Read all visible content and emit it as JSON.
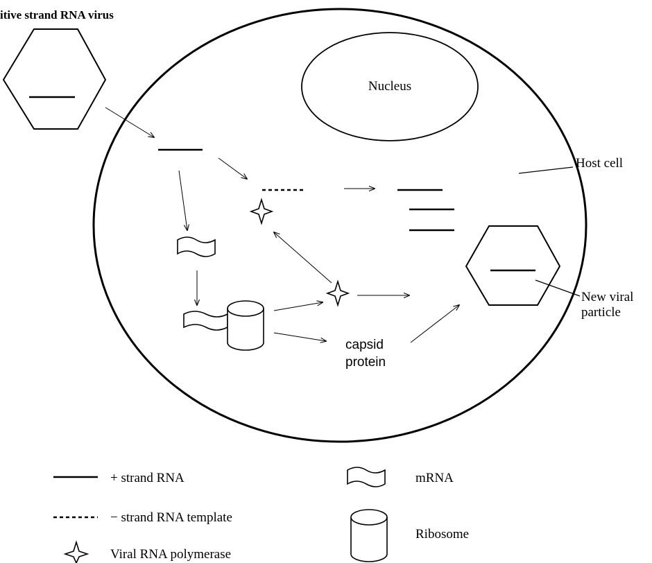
{
  "title": "itive strand RNA virus",
  "labels": {
    "nucleus": "Nucleus",
    "host_cell": "Host cell",
    "new_viral_particle_line1": "New viral",
    "new_viral_particle_line2": "particle",
    "capsid_protein_line1": "capsid",
    "capsid_protein_line2": "protein"
  },
  "legend": {
    "plus_strand": "+ strand RNA",
    "minus_strand": "− strand RNA template",
    "polymerase": "Viral RNA polymerase",
    "mrna": "mRNA",
    "ribosome": "Ribosome"
  }
}
